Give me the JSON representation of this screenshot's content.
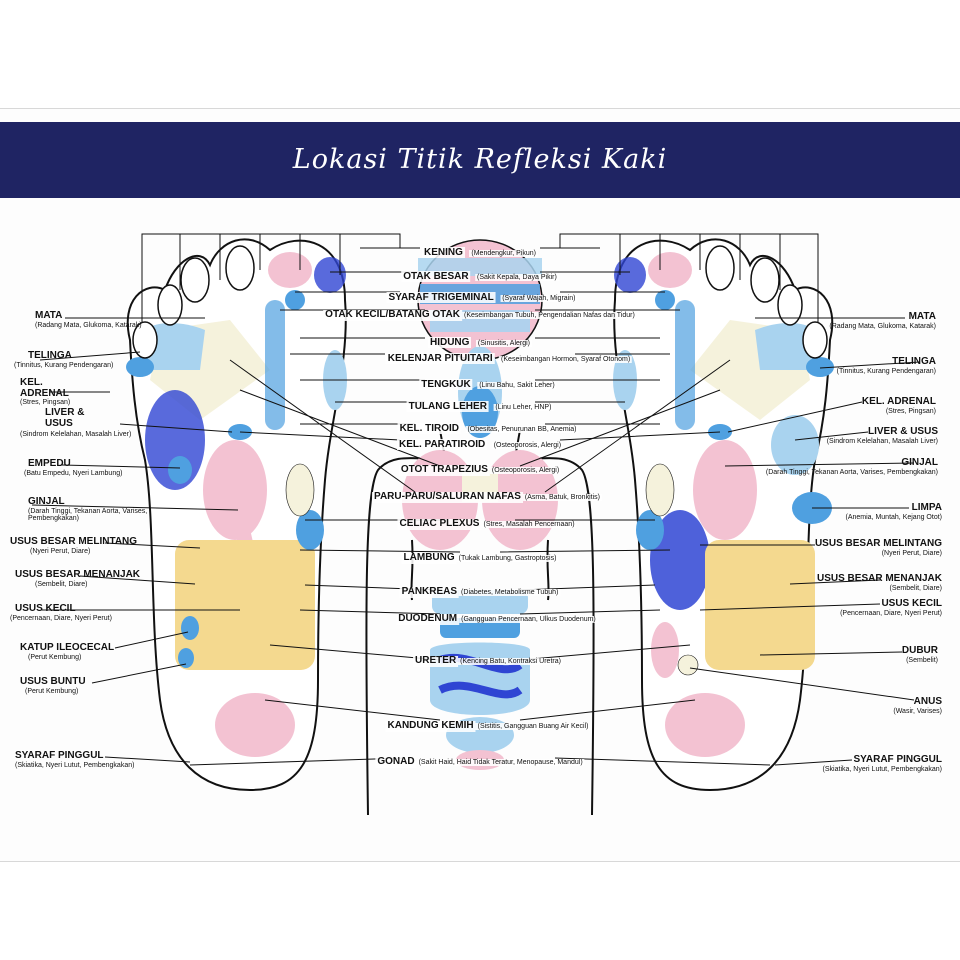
{
  "title": "Lokasi Titik Refleksi Kaki",
  "colors": {
    "banner": "#1f2463",
    "light_blue": "#a9d3ef",
    "medium_blue": "#4fa0e0",
    "dark_blue": "#2f45d3",
    "pink": "#f3c2d2",
    "yellow": "#f4d98f",
    "cream": "#f5f2dc"
  },
  "center_labels": [
    {
      "name": "KENING",
      "desc": "(Mendengkur, Pikun)"
    },
    {
      "name": "OTAK BESAR",
      "desc": "(Sakit Kepala, Daya Pikir)"
    },
    {
      "name": "SYARAF TRIGEMINAL",
      "desc": "(Syaraf Wajah, Migrain)"
    },
    {
      "name": "OTAK KECIL/BATANG OTAK",
      "desc": "(Keseimbangan Tubuh, Pengendalian Nafas dan Tidur)"
    },
    {
      "name": "HIDUNG",
      "desc": "(Sinusitis, Alergi)"
    },
    {
      "name": "KELENJAR PITUITARI",
      "desc": "(Keseimbangan Hormon, Syaraf Otonom)"
    },
    {
      "name": "TENGKUK",
      "desc": "(Linu Bahu, Sakit Leher)"
    },
    {
      "name": "TULANG LEHER",
      "desc": "(Linu Leher, HNP)"
    },
    {
      "name": "KEL. TIROID",
      "desc": "(Obesitas, Penurunan BB, Anemia)"
    },
    {
      "name": "KEL. PARATIROID",
      "desc": "(Osteoporosis, Alergi)"
    },
    {
      "name": "OTOT TRAPEZIUS",
      "desc": "(Osteoporosis, Alergi)"
    },
    {
      "name": "PARU-PARU/SALURAN NAFAS",
      "desc": "(Asma, Batuk, Bronkitis)"
    },
    {
      "name": "CELIAC PLEXUS",
      "desc": "(Stres, Masalah Pencernaan)"
    },
    {
      "name": "LAMBUNG",
      "desc": "(Tukak Lambung, Gastroptosis)"
    },
    {
      "name": "PANKREAS",
      "desc": "(Diabetes, Metabolisme Tubuh)"
    },
    {
      "name": "DUODENUM",
      "desc": "(Gangguan Pencernaan, Ulkus Duodenum)"
    },
    {
      "name": "URETER",
      "desc": "(Kencing Batu, Kontraksi Uretra)"
    },
    {
      "name": "KANDUNG KEMIH",
      "desc": "(Sistitis, Gangguan Buang Air Kecil)"
    },
    {
      "name": "GONAD",
      "desc": "(Sakit Haid, Haid Tidak Teratur, Menopause, Mandul)"
    }
  ],
  "left_labels": [
    {
      "name": "MATA",
      "desc": "(Radang Mata, Glukoma, Katarak)"
    },
    {
      "name": "TELINGA",
      "desc": "(Tinnitus, Kurang Pendengaran)"
    },
    {
      "name": "KEL. ADRENAL",
      "desc": "(Stres, Pingsan)"
    },
    {
      "name": "LIVER & USUS",
      "desc": "(Sindrom Kelelahan, Masalah Liver)"
    },
    {
      "name": "EMPEDU",
      "desc": "(Batu Empedu, Nyeri Lambung)"
    },
    {
      "name": "GINJAL",
      "desc": "(Darah Tinggi, Tekanan Aorta, Varises, Pembengkakan)"
    },
    {
      "name": "USUS BESAR MELINTANG",
      "desc": "(Nyeri Perut, Diare)"
    },
    {
      "name": "USUS BESAR MENANJAK",
      "desc": "(Sembelit, Diare)"
    },
    {
      "name": "USUS KECIL",
      "desc": "(Pencernaan, Diare, Nyeri Perut)"
    },
    {
      "name": "KATUP ILEOCECAL",
      "desc": "(Perut Kembung)"
    },
    {
      "name": "USUS BUNTU",
      "desc": "(Perut Kembung)"
    },
    {
      "name": "SYARAF PINGGUL",
      "desc": "(Skiatika, Nyeri Lutut, Pembengkakan)"
    }
  ],
  "right_labels": [
    {
      "name": "MATA",
      "desc": "(Radang Mata, Glukoma, Katarak)"
    },
    {
      "name": "TELINGA",
      "desc": "(Tinnitus, Kurang Pendengaran)"
    },
    {
      "name": "KEL. ADRENAL",
      "desc": "(Stres, Pingsan)"
    },
    {
      "name": "LIVER & USUS",
      "desc": "(Sindrom Kelelahan, Masalah Liver)"
    },
    {
      "name": "GINJAL",
      "desc": "(Darah Tinggi, Tekanan Aorta, Varises, Pembengkakan)"
    },
    {
      "name": "LIMPA",
      "desc": "(Anemia, Muntah, Kejang Otot)"
    },
    {
      "name": "USUS BESAR MELINTANG",
      "desc": "(Nyeri Perut, Diare)"
    },
    {
      "name": "USUS BESAR MENANJAK",
      "desc": "(Sembelit, Diare)"
    },
    {
      "name": "USUS KECIL",
      "desc": "(Pencernaan, Diare, Nyeri Perut)"
    },
    {
      "name": "DUBUR",
      "desc": "(Sembelit)"
    },
    {
      "name": "ANUS",
      "desc": "(Wasir, Varises)"
    },
    {
      "name": "SYARAF PINGGUL",
      "desc": "(Skiatika, Nyeri Lutut, Pembengkakan)"
    }
  ]
}
